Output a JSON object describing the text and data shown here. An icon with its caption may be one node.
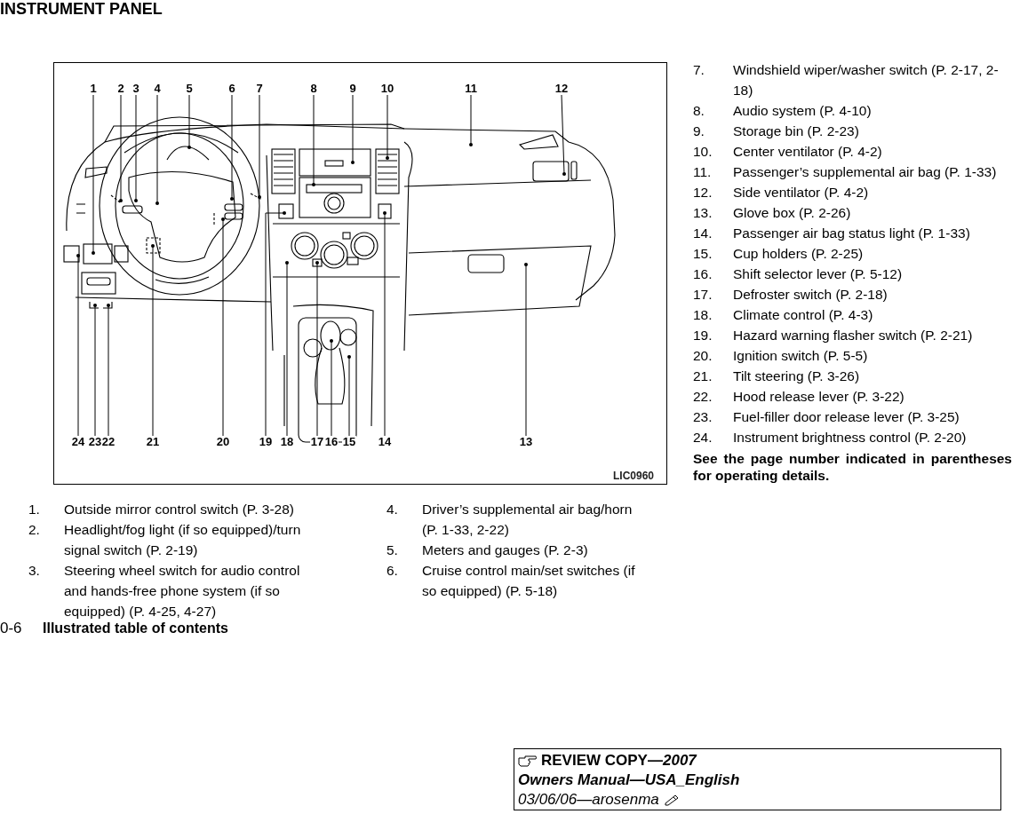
{
  "diagram": {
    "title": "INSTRUMENT PANEL",
    "nodes": [
      {
        "text": [
          "1"
        ]
      },
      {
        "text": [
          "2"
        ]
      },
      {
        "text": [
          "3"
        ]
      },
      {
        "text": [
          "4"
        ]
      },
      {
        "text": [
          "5"
        ]
      },
      {
        "text": [
          "6"
        ]
      },
      {
        "text": [
          "7"
        ]
      },
      {
        "text": [
          "8"
        ]
      },
      {
        "text": [
          "9"
        ]
      },
      {
        "text": [
          "10"
        ]
      },
      {
        "text": [
          "11"
        ]
      },
      {
        "text": [
          "12"
        ]
      },
      {
        "text": [
          "24"
        ]
      },
      {
        "text": [
          "23"
        ]
      },
      {
        "text": [
          "22"
        ]
      },
      {
        "text": [
          "21"
        ]
      },
      {
        "text": [
          "20"
        ]
      },
      {
        "text": [
          "19"
        ]
      },
      {
        "text": [
          "18"
        ]
      },
      {
        "text": [
          "17"
        ]
      },
      {
        "text": [
          "16"
        ]
      },
      {
        "text": [
          "15"
        ]
      },
      {
        "text": [
          "14"
        ]
      },
      {
        "text": [
          "13"
        ]
      }
    ],
    "edges": [
      {
        "from": 0,
        "to": null,
        "arrow": "other"
      },
      {
        "from": 1,
        "to": null,
        "arrow": "other"
      },
      {
        "from": 2,
        "to": null,
        "arrow": "other"
      },
      {
        "from": 3,
        "to": null,
        "arrow": "other"
      },
      {
        "from": 4,
        "to": null,
        "arrow": "other"
      },
      {
        "from": 5,
        "to": null,
        "arrow": "other"
      },
      {
        "from": 6,
        "to": null,
        "arrow": "other"
      },
      {
        "from": 7,
        "to": null,
        "arrow": "other"
      },
      {
        "from": 8,
        "to": null,
        "arrow": "other"
      },
      {
        "from": 9,
        "to": null,
        "arrow": "other"
      },
      {
        "from": 10,
        "to": null,
        "arrow": "other"
      },
      {
        "from": 11,
        "to": null,
        "arrow": "other"
      },
      {
        "from": 12,
        "to": null,
        "arrow": "other"
      },
      {
        "from": 13,
        "to": null,
        "arrow": "other"
      },
      {
        "from": 14,
        "to": null,
        "arrow": "other"
      },
      {
        "from": 15,
        "to": null,
        "arrow": "other"
      },
      {
        "from": 16,
        "to": null,
        "arrow": "other"
      },
      {
        "from": 17,
        "to": null,
        "arrow": "other"
      },
      {
        "from": 18,
        "to": null,
        "arrow": "other"
      },
      {
        "from": 19,
        "to": null,
        "arrow": "other"
      },
      {
        "from": 20,
        "to": null,
        "arrow": "other"
      },
      {
        "from": 21,
        "to": null,
        "arrow": "other"
      },
      {
        "from": 22,
        "to": null,
        "arrow": "other"
      },
      {
        "from": 23,
        "to": null,
        "arrow": "other"
      }
    ],
    "labels": [
      "LIC0960",
      "1.",
      "Outside mirror control switch (P. 3-28)",
      "2.",
      "Headlight/fog light (if so equipped)/turn signal switch (P. 2-19)",
      "3.",
      "Steering wheel switch for audio control and hands-free phone system (if so equipped) (P. 4-25, 4-27)",
      "4.",
      "Driver’s supplemental air bag/horn (P. 1-33, 2-22)",
      "5.",
      "Meters and gauges (P. 2-3)",
      "6.",
      "Cruise control main/set switches (if so equipped) (P. 5-18)",
      "7.",
      "Windshield wiper/washer switch (P. 2-17, 2-18)",
      "8.",
      "Audio system (P. 4-10)",
      "9.",
      "Storage bin (P. 2-23)",
      "10.",
      "Center ventilator (P. 4-2)",
      "11.",
      "Passenger’s supplemental air bag (P. 1-33)",
      "12.",
      "Side ventilator (P. 4-2)",
      "13.",
      "Glove box (P. 2-26)",
      "14.",
      "Passenger air bag status light (P. 1-33)",
      "15.",
      "Cup holders (P. 2-25)",
      "16.",
      "Shift selector lever (P. 5-12)",
      "17.",
      "Defroster switch (P. 2-18)",
      "18.",
      "Climate control (P. 4-3)",
      "19.",
      "Hazard warning flasher switch (P. 2-21)",
      "20.",
      "Ignition switch (P. 5-5)",
      "21.",
      "Tilt steering (P. 3-26)",
      "22.",
      "Hood release lever (P. 3-22)",
      "23.",
      "Fuel-filler door release lever (P. 3-25)",
      "24.",
      "Instrument brightness control (P. 2-20)",
      "See the page number indicated in parentheses for operating details.",
      "0-6",
      "Illustrated table of contents",
      "REVIEW COPY—*2007*",
      "Owners Manual—USA_English",
      "03/06/06—arosenma"
    ]
  }
}
